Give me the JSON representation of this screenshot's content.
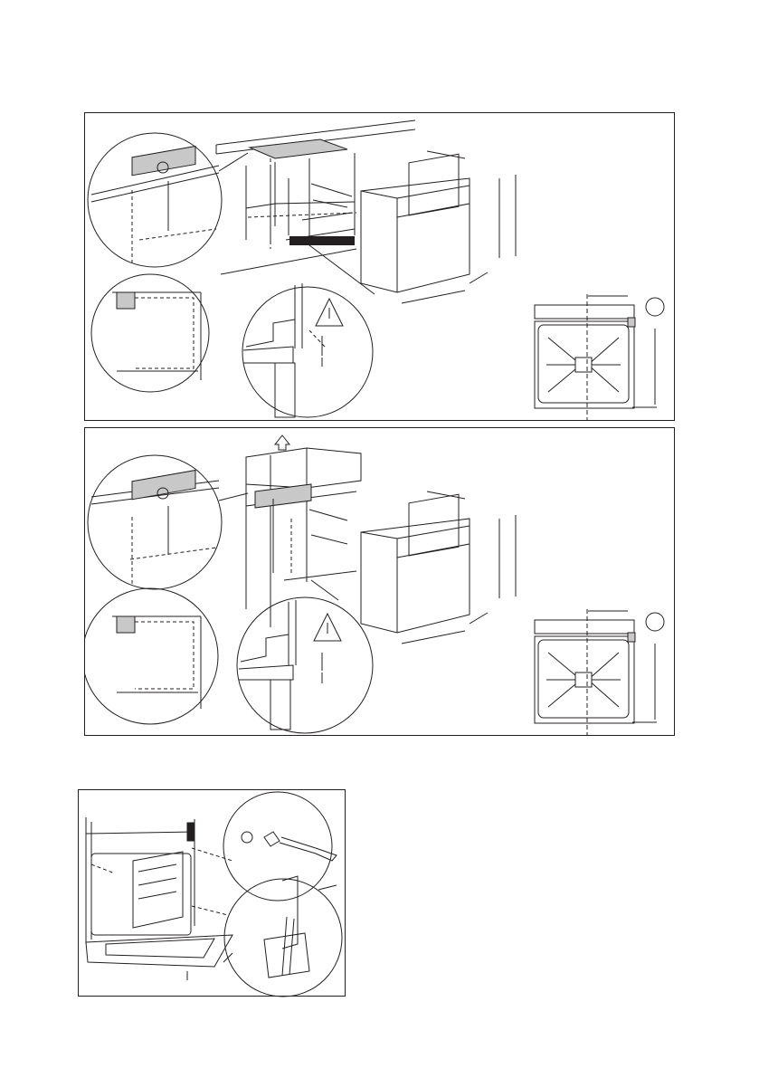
{
  "document": {
    "type": "installation-manual-page",
    "panels": [
      {
        "id": "undercounter",
        "symbols": [
          "electric-connection-symbol",
          "warning-triangle"
        ]
      },
      {
        "id": "column",
        "symbols": [
          "electric-connection-symbol",
          "warning-triangle",
          "up-arrow"
        ]
      },
      {
        "id": "fixing",
        "symbols": [
          "screw",
          "spacer",
          "plug"
        ]
      }
    ]
  },
  "colors": {
    "line": "#231f20",
    "shade": "#c8c8c8",
    "frame": "#231f20",
    "vent": "#231f20"
  }
}
